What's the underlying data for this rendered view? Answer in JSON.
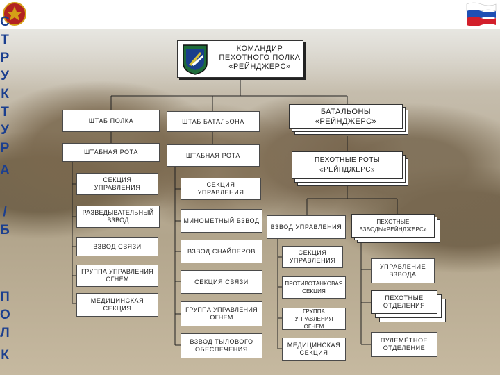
{
  "side_title_letters": [
    "С",
    "Т",
    "Р",
    "У",
    "К",
    "Т",
    "У",
    "Р",
    "А",
    "/",
    "Б",
    "",
    "П",
    "О",
    "Л",
    "К"
  ],
  "commander": {
    "line1": "КОМАНДИР",
    "line2": "ПЕХОТНОГО ПОЛКА",
    "line3": "«РЕЙНДЖЕРС»"
  },
  "left_column": {
    "hq_regiment": "ШТАБ ПОЛКА",
    "hq_company": "ШТАБНАЯ РОТА",
    "control_section": "СЕКЦИЯ УПРАВЛЕНИЯ",
    "recon_platoon": "РАЗВЕДЫВАТЕЛЬНЫЙ ВЗВОД",
    "signal_platoon": "ВЗВОД СВЯЗИ",
    "fire_control_group": "ГРУППА УПРАВЛЕНИЯ ОГНЕМ",
    "medical_section": "МЕДИЦИНСКАЯ СЕКЦИЯ"
  },
  "middle_column": {
    "hq_battalion": "ШТАБ БАТАЛЬОНА",
    "hq_company": "ШТАБНАЯ РОТА",
    "control_section": "СЕКЦИЯ УПРАВЛЕНИЯ",
    "mortar_platoon": "МИНОМЕТНЫЙ ВЗВОД",
    "sniper_platoon": "ВЗВОД СНАЙПЕРОВ",
    "signal_section": "СЕКЦИЯ СВЯЗИ",
    "fire_control_group": "ГРУППА УПРАВЛЕНИЯ ОГНЕМ",
    "rear_platoon": "ВЗВОД ТЫЛОВОГО ОБЕСПЕЧЕНИЯ"
  },
  "battalions": {
    "label": "БАТАЛЬОНЫ «РЕЙНДЖЕРС»"
  },
  "companies": {
    "label": "ПЕХОТНЫЕ РОТЫ «РЕЙНДЖЕРС»"
  },
  "company_hq": {
    "control_platoon": "ВЗВОД УПРАВЛЕНИЯ",
    "control_section": "СЕКЦИЯ УПРАВЛЕНИЯ",
    "antitank_section": "ПРОТИВОТАНКОВАЯ СЕКЦИЯ",
    "fire_control_group": "ГРУППА УПРАВЛЕНИЯ ОГНЕМ",
    "medical_section": "МЕДИЦИНСКАЯ СЕКЦИЯ"
  },
  "infantry_platoons": {
    "label": "ПЕХОТНЫЕ ВЗВОДЫ«РЕЙНДЖЕРС»",
    "control_platoon": "УПРАВЛЕНИЕ ВЗВОДА",
    "infantry_squads": "ПЕХОТНЫЕ ОТДЕЛЕНИЯ",
    "machine_gun_squad": "ПУЛЕМЁТНОЕ ОТДЕЛЕНИЕ"
  },
  "colors": {
    "side_letters": "#1b3f8f",
    "box_border": "#333333",
    "connector": "#222222"
  }
}
